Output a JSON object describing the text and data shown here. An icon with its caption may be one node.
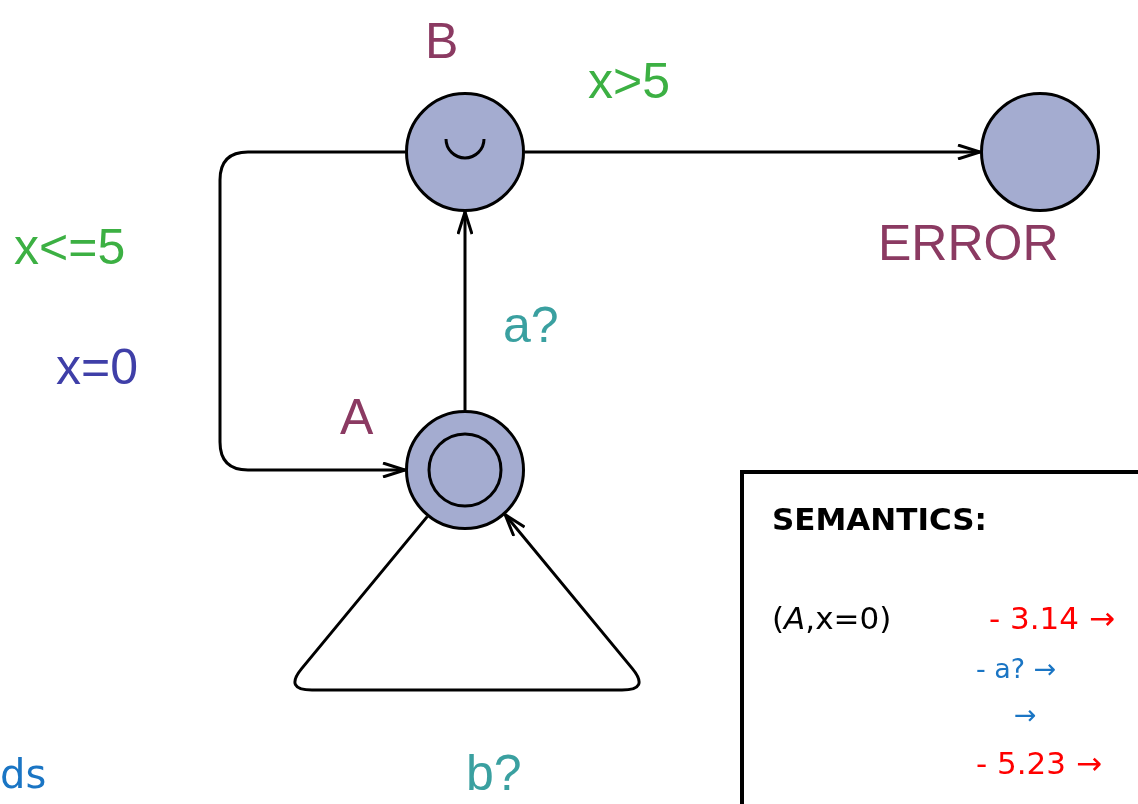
{
  "diagram": {
    "nodes": [
      {
        "text": [
          "A"
        ]
      },
      {
        "text": [
          "B"
        ]
      },
      {
        "text": [
          "ERROR"
        ]
      },
      {
        "text": [
          "SEMANTICS:",
          "(*A*,x=0)",
          "- 3.14 →",
          "- a? →",
          "→",
          "- 5.23 →"
        ]
      }
    ],
    "edges": [
      {
        "from": 0,
        "to": 1,
        "arrow": "to",
        "label": "a?"
      },
      {
        "from": 1,
        "to": 2,
        "arrow": "to",
        "label": "x>5"
      },
      {
        "from": 1,
        "to": 0,
        "arrow": "to",
        "label": "x<=5"
      },
      {
        "from": 0,
        "to": 0,
        "arrow": "to",
        "label": "b?"
      }
    ],
    "labels": [
      "x=0",
      "ds"
    ]
  }
}
